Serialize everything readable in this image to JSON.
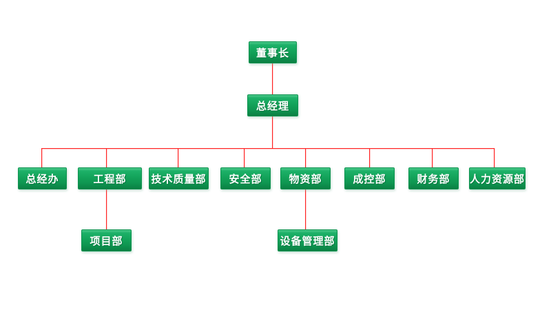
{
  "diagram": {
    "type": "org-chart",
    "colors": {
      "node_fill_top": "#4cc98b",
      "node_fill_mid": "#13a35a",
      "node_fill_bottom": "#0a7f43",
      "node_border": "#0e9350",
      "node_text": "#ffffff",
      "connector": "#ff2222",
      "background": "#ffffff"
    }
  },
  "nodes": [
    {
      "id": "chairman",
      "label": "董事长",
      "parent": null
    },
    {
      "id": "general-manager",
      "label": "总经理",
      "parent": "chairman"
    },
    {
      "id": "gm-office",
      "label": "总经办",
      "parent": "general-manager"
    },
    {
      "id": "engineering",
      "label": "工程部",
      "parent": "general-manager"
    },
    {
      "id": "tech-quality",
      "label": "技术质量部",
      "parent": "general-manager"
    },
    {
      "id": "safety",
      "label": "安全部",
      "parent": "general-manager"
    },
    {
      "id": "materials",
      "label": "物资部",
      "parent": "general-manager"
    },
    {
      "id": "cost-control",
      "label": "成控部",
      "parent": "general-manager"
    },
    {
      "id": "finance",
      "label": "财务部",
      "parent": "general-manager"
    },
    {
      "id": "human-resources",
      "label": "人力资源部",
      "parent": "general-manager"
    },
    {
      "id": "project",
      "label": "项目部",
      "parent": "engineering"
    },
    {
      "id": "equipment-management",
      "label": "设备管理部",
      "parent": "materials"
    }
  ]
}
